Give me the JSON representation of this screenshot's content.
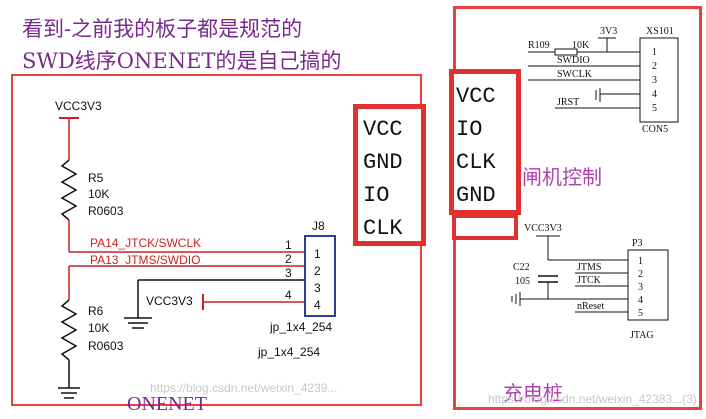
{
  "annotation": {
    "line1": "看到-之前我的板子都是规范的",
    "line2": "SWD线序ONENET的是自己搞的"
  },
  "left_schematic": {
    "power_net": "VCC3V3",
    "r5": {
      "ref": "R5",
      "value": "10K",
      "package": "R0603"
    },
    "r6": {
      "ref": "R6",
      "value": "10K",
      "package": "R0603"
    },
    "net1": "PA14_JTCK/SWCLK",
    "net2": "PA13_JTMS/SWDIO",
    "connector_ref": "J8",
    "connector_pins": [
      "1",
      "2",
      "3",
      "4"
    ],
    "connector_name": "jp_1x4_254",
    "connector_footprint": "jp_1x4_254",
    "pin_numbers": [
      "1",
      "2",
      "3",
      "4"
    ],
    "pin4_net": "VCC3V3",
    "caption": "ONENET",
    "pinout": [
      "VCC",
      "GND",
      "IO",
      "CLK"
    ]
  },
  "right_top": {
    "power": "3V3",
    "connector_ref": "XS101",
    "resistor_ref": "R109",
    "resistor_value": "10K",
    "signals": [
      "SWDIO",
      "SWCLK",
      "JRST"
    ],
    "pins": [
      "1",
      "2",
      "3",
      "4",
      "5"
    ],
    "connector_name": "CON5",
    "caption": "闸机控制",
    "pinout": [
      "VCC",
      "IO",
      "CLK",
      "GND"
    ]
  },
  "right_bottom": {
    "power_net": "VCC3V3",
    "cap_ref": "C22",
    "cap_value": "105",
    "connector_ref": "P3",
    "signals": [
      "JTMS",
      "JTCK",
      "nReset"
    ],
    "pins": [
      "1",
      "2",
      "3",
      "4",
      "5"
    ],
    "connector_name": "JTAG",
    "caption": "充电桩"
  },
  "watermark": {
    "left": "https://blog.csdn.net/weixin_4239...",
    "right": "https://blog.csdn.net/weixin_42383...(3)"
  },
  "colors": {
    "frame": "#e8403f",
    "pin_box": "#e03030",
    "net_label": "#cc2222",
    "annotation": "#7a2a8c",
    "wire": "#1a1a1a",
    "connector_blue": "#2b3d9a",
    "caption_purple": "#b040b0"
  }
}
